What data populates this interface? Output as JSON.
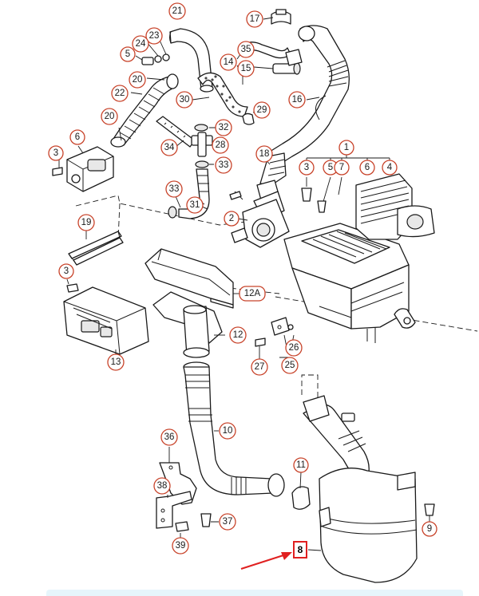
{
  "diagram": {
    "callouts": [
      "1",
      "2",
      "3",
      "3",
      "3",
      "4",
      "5",
      "5",
      "6",
      "6",
      "7",
      "9",
      "10",
      "11",
      "12",
      "12A",
      "13",
      "14",
      "15",
      "16",
      "17",
      "18",
      "19",
      "20",
      "20",
      "21",
      "22",
      "23",
      "24",
      "25",
      "26",
      "27",
      "28",
      "29",
      "30",
      "31",
      "32",
      "33",
      "33",
      "34",
      "35",
      "36",
      "37",
      "38",
      "39"
    ],
    "highlighted_callout": "8",
    "colors": {
      "callout_border": "#c8432a",
      "highlight_border": "#e02020",
      "arrow": "#e02020",
      "line": "#1a1a1a",
      "bottom_bar": "#e6f5fb"
    }
  }
}
